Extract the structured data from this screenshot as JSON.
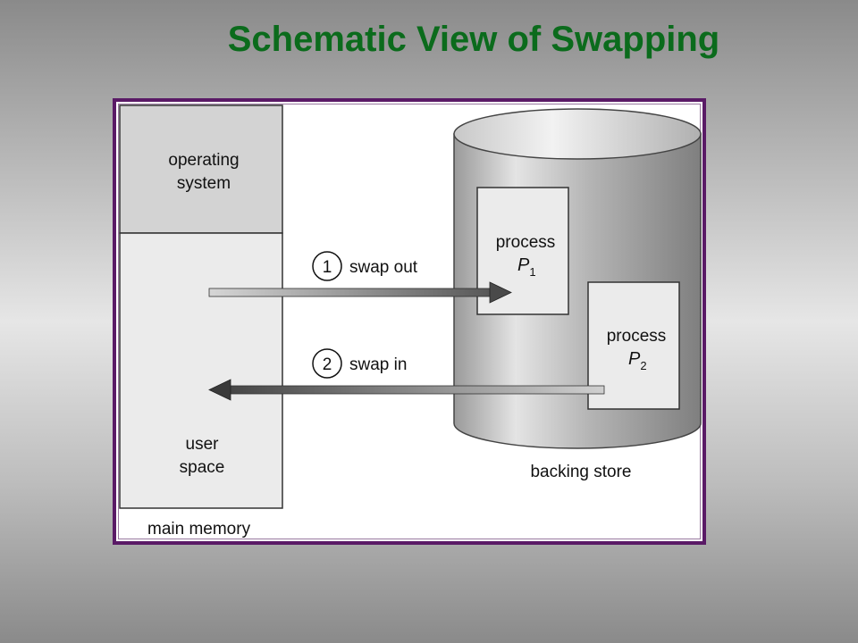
{
  "title": "Schematic View of Swapping",
  "main_memory": {
    "os_label": [
      "operating",
      "system"
    ],
    "user_label": [
      "user",
      "space"
    ],
    "caption": "main memory"
  },
  "backing_store": {
    "caption": "backing store",
    "process1": {
      "word": "process",
      "name": "P",
      "subscript": "1"
    },
    "process2": {
      "word": "process",
      "name": "P",
      "subscript": "2"
    }
  },
  "steps": [
    {
      "number": "1",
      "label": "swap out"
    },
    {
      "number": "2",
      "label": "swap in"
    }
  ],
  "colors": {
    "title": "#0b6b1c",
    "frame_border": "#5a1a66",
    "os_fill": "#d3d3d3",
    "user_fill": "#ebebeb",
    "cylinder_dark": "#8f8f8f",
    "cylinder_light": "#e4e4e4"
  }
}
